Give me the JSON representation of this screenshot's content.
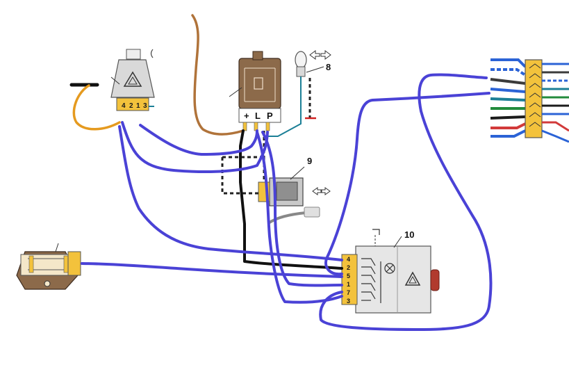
{
  "colors": {
    "hand_wire": "#4a42d6",
    "black_wire": "#111111",
    "brown_wire": "#b0733a",
    "orange_wire": "#e59a1f",
    "teal_wire": "#1b7f96",
    "connector_yellow": "#f3c23c",
    "relay_brown": "#8c6a4a",
    "switch_body": "#e6e6e6",
    "lamp_red": "#b13a2e"
  },
  "callouts": {
    "lamp": "8",
    "button": "9",
    "hazard_switch": "10"
  },
  "left_switch": {
    "pins": [
      "4",
      "2",
      "1",
      "3"
    ],
    "symbol": "warning-triangle-icon"
  },
  "relay": {
    "pins": [
      "+",
      "L",
      "P"
    ]
  },
  "hazard_switch": {
    "pins": [
      "4",
      "2",
      "5",
      "1",
      "7",
      "3"
    ],
    "symbols": [
      "lamp-icon",
      "warning-triangle-icon"
    ]
  },
  "arrow_icons": [
    "hollow-left-arrow-icon",
    "hollow-right-arrow-icon"
  ]
}
